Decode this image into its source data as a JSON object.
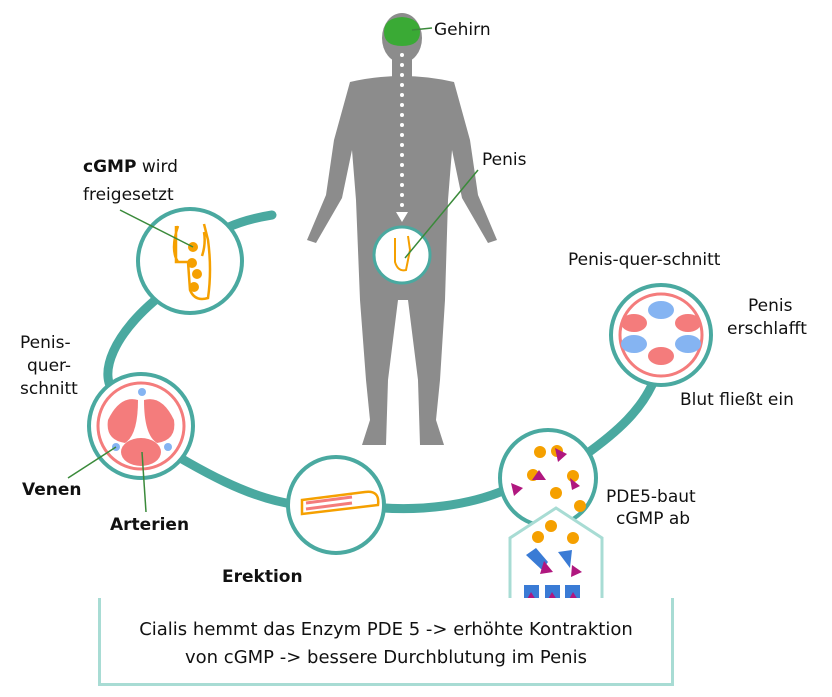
{
  "labels": {
    "brain": "Gehirn",
    "penis": "Penis",
    "cgmp_bold": "cGMP",
    "cgmp_rest": " wird",
    "cgmp_line2": "freigesetzt",
    "cross_left_1": "Penis-",
    "cross_left_2": "quer-",
    "cross_left_3": "schnitt",
    "veins": "Venen",
    "arteries": "Arterien",
    "erection": "Erektion",
    "cross_right": "Penis-quer-schnitt",
    "flaccid_1": "Penis",
    "flaccid_2": "erschlafft",
    "blood_in": "Blut fließt ein",
    "pde5_1": "PDE5-baut",
    "pde5_2": "cGMP ab"
  },
  "info": {
    "line1": "Cialis hemmt das Enzym PDE 5 -> erhöhte Kontraktion",
    "line2": "von cGMP -> bessere Durchblutung im Penis"
  },
  "colors": {
    "cycle": "#4aa9a0",
    "body": "#8c8c8c",
    "brain": "#3aaa35",
    "tissue": "#f47c7c",
    "vein": "#85b4f2",
    "cgmp": "#f5a000",
    "pde5": "#b0177f",
    "enzyme": "#3a7bd5",
    "box": "#a8dcd4"
  }
}
